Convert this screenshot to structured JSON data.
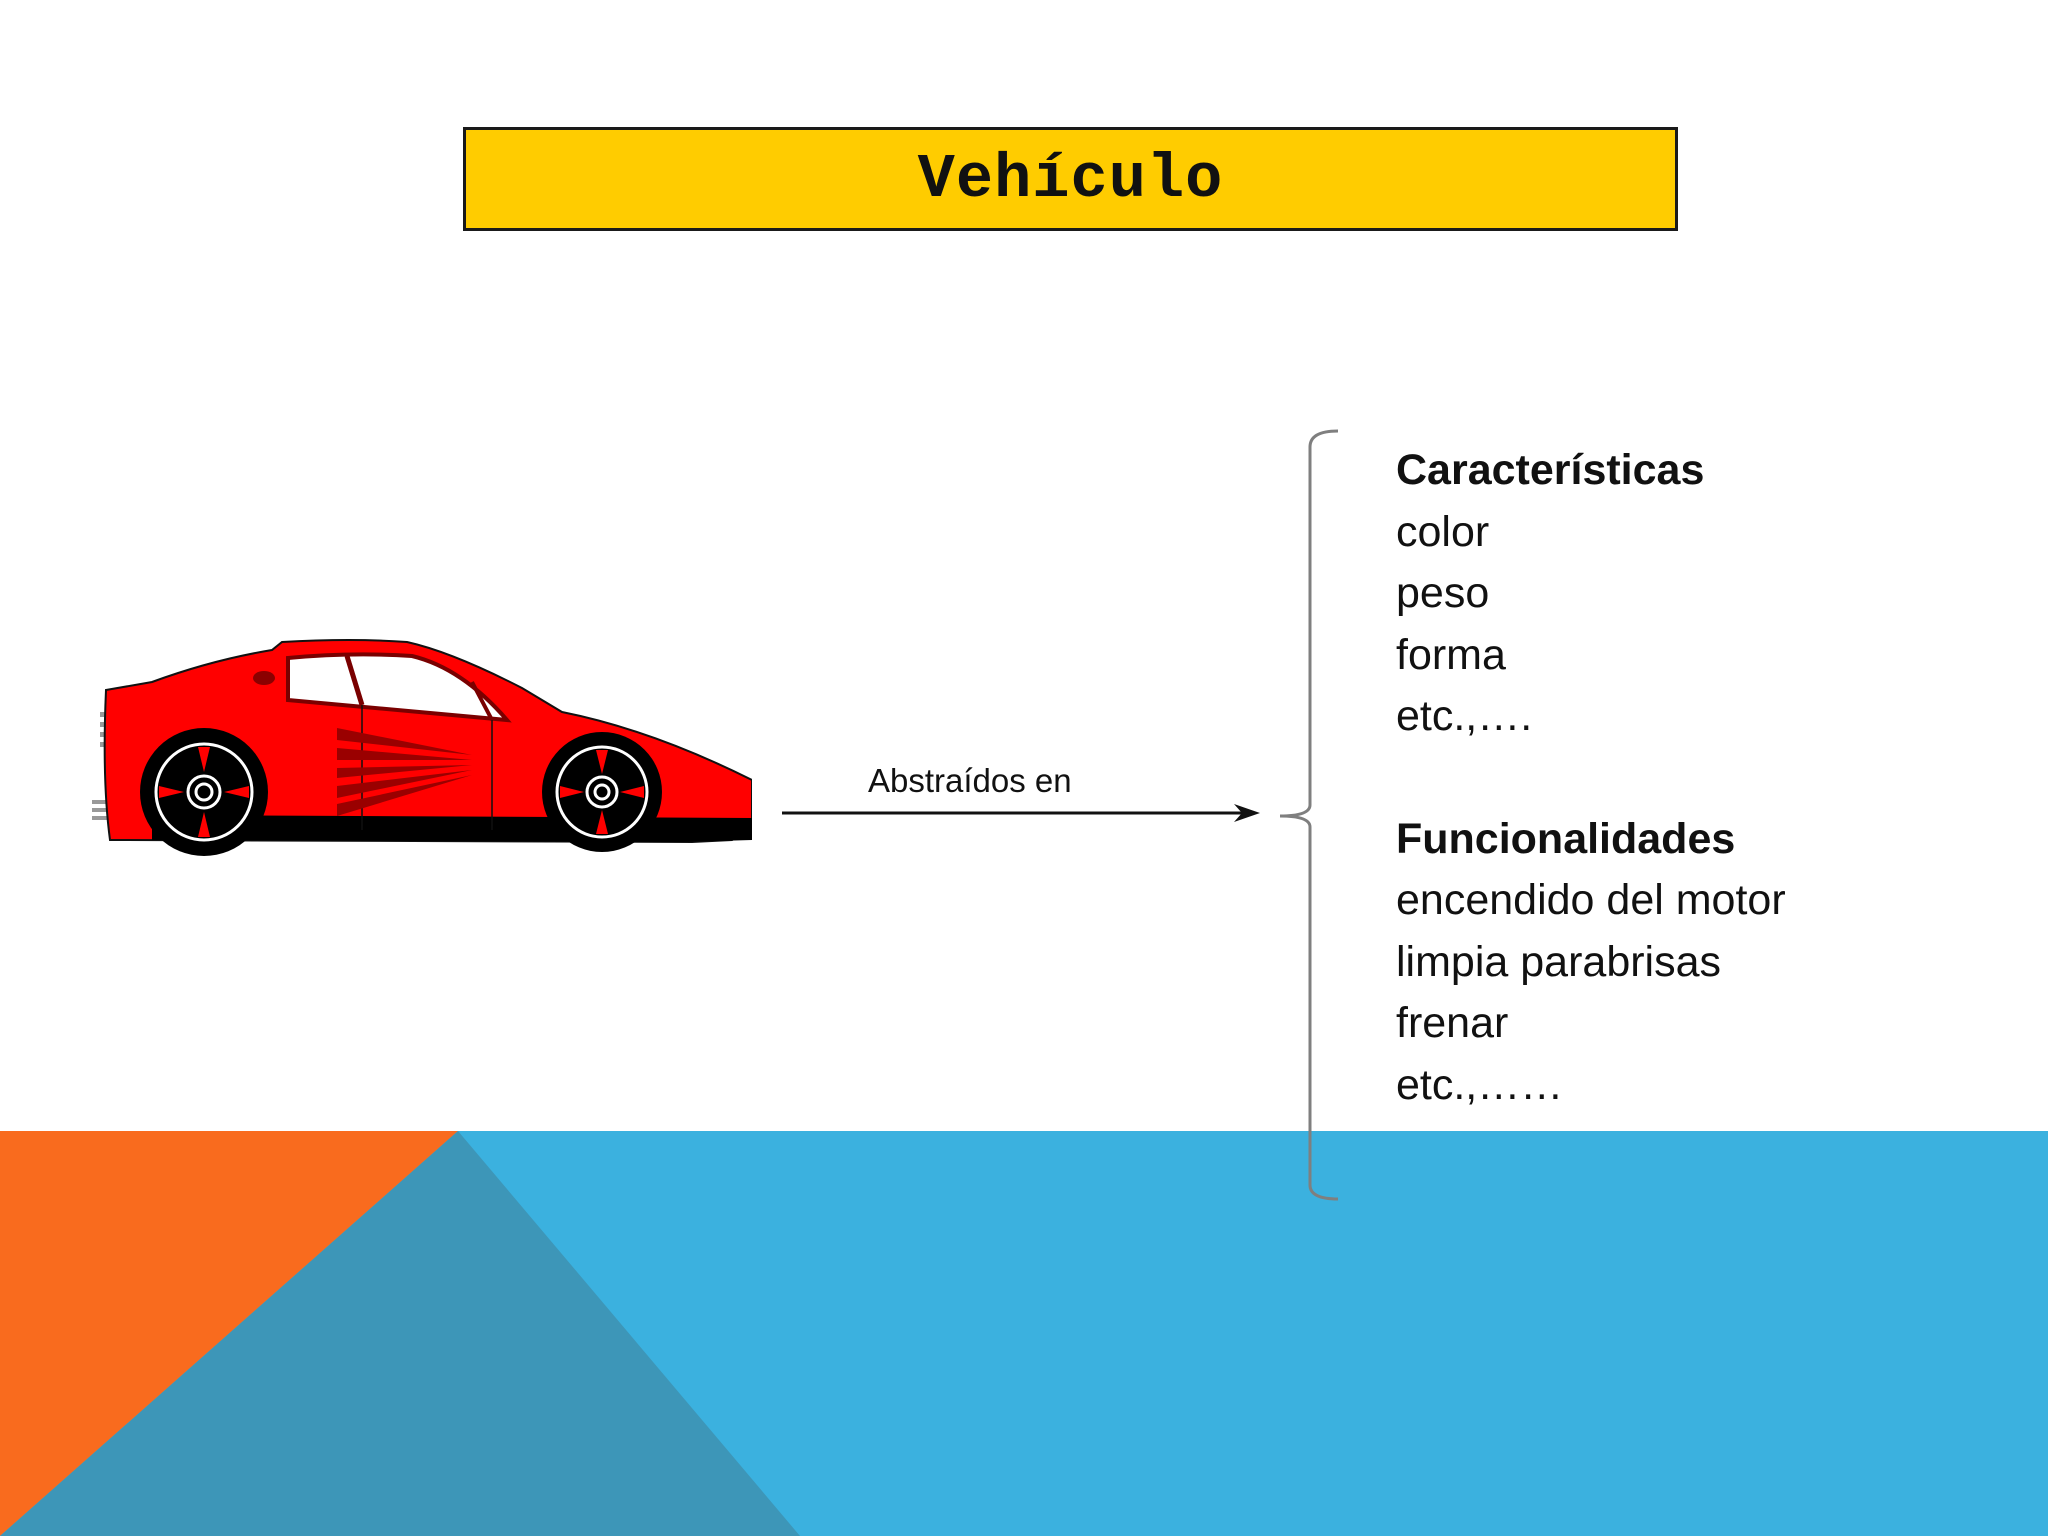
{
  "slide": {
    "title": "Vehículo",
    "arrow_label": "Abstraídos en",
    "sections": [
      {
        "heading": "Características",
        "items": [
          "color",
          "peso",
          "forma",
          "etc.,…."
        ]
      },
      {
        "heading": "Funcionalidades",
        "items": [
          "encendido del motor",
          "limpia parabrisas",
          "frenar",
          "etc.,……"
        ]
      }
    ],
    "image": "red-sports-car-icon"
  },
  "colors": {
    "title_fill": "#FFCC00",
    "car_red": "#FF0000",
    "band_orange": "#F96B1E",
    "band_teal": "#3D96B8",
    "band_blue": "#3BB1DF"
  }
}
